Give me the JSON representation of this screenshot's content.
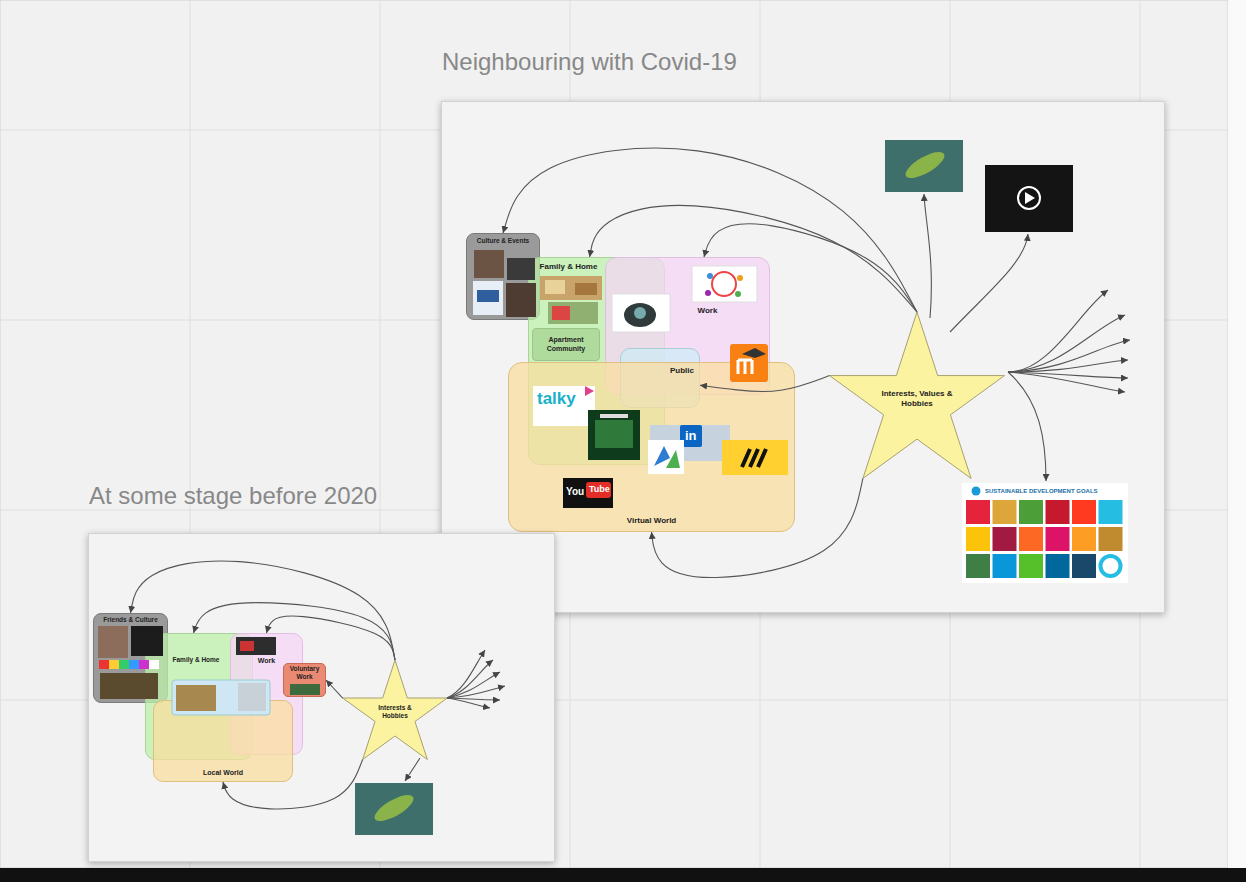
{
  "diagram": {
    "nodes": [
      {
        "text": [
          "Neighbouring with Covid-19"
        ]
      },
      {
        "text": [
          "Culture & Events"
        ],
        "in": 0
      },
      {
        "text": [
          "Family & Home"
        ],
        "in": 0
      },
      {
        "text": [
          "Work"
        ],
        "in": 0
      },
      {
        "text": [
          "Apartment Community"
        ],
        "in": 0
      },
      {
        "text": [
          "Public"
        ],
        "in": 0
      },
      {
        "text": [
          "Virtual World"
        ],
        "in": 0
      },
      {
        "text": [
          "Interests, Values & Hobbies"
        ],
        "in": 0
      },
      {
        "text": [
          "At some stage before 2020"
        ]
      },
      {
        "text": [
          "Friends & Culture"
        ],
        "in": 8
      },
      {
        "text": [
          "Family & Home"
        ],
        "in": 8
      },
      {
        "text": [
          "Work"
        ],
        "in": 8
      },
      {
        "text": [
          "Voluntary Work"
        ],
        "in": 8
      },
      {
        "text": [
          "Local World"
        ],
        "in": 8
      },
      {
        "text": [
          "Interests & Hobbies"
        ],
        "in": 8
      }
    ],
    "edges": [
      {
        "from": 7,
        "to": 1,
        "arrow": "to"
      },
      {
        "from": 7,
        "to": 2,
        "arrow": "to"
      },
      {
        "from": 7,
        "to": 3,
        "arrow": "to"
      },
      {
        "from": 7,
        "to": 5,
        "arrow": "to"
      },
      {
        "from": 7,
        "to": 6,
        "arrow": "to"
      },
      {
        "from": 14,
        "to": 9,
        "arrow": "to"
      },
      {
        "from": 14,
        "to": 10,
        "arrow": "to"
      },
      {
        "from": 14,
        "to": 11,
        "arrow": "to"
      },
      {
        "from": 14,
        "to": 12,
        "arrow": "to"
      },
      {
        "from": 14,
        "to": 13,
        "arrow": "to"
      }
    ],
    "labels": [
      "talky",
      "You",
      "Tube",
      "in",
      "SUSTAINABLE DEVELOPMENT GOALS"
    ]
  }
}
